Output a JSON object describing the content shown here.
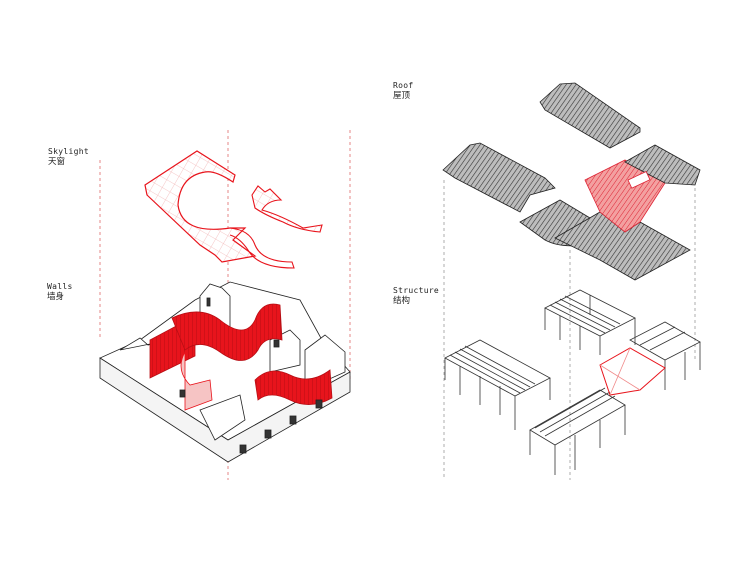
{
  "colors": {
    "accent": "#e8141c",
    "accent_light": "#f08a8a",
    "line": "#2a2a2a",
    "roof_fill": "#9a9a9a",
    "guide": "#e06a6a"
  },
  "panels": {
    "skylight": {
      "label_en": "Skylight",
      "label_cn": "天窗"
    },
    "walls": {
      "label_en": "Walls",
      "label_cn": "墙身"
    },
    "roof": {
      "label_en": "Roof",
      "label_cn": "屋顶"
    },
    "structure": {
      "label_en": "Structure",
      "label_cn": "结构"
    }
  }
}
